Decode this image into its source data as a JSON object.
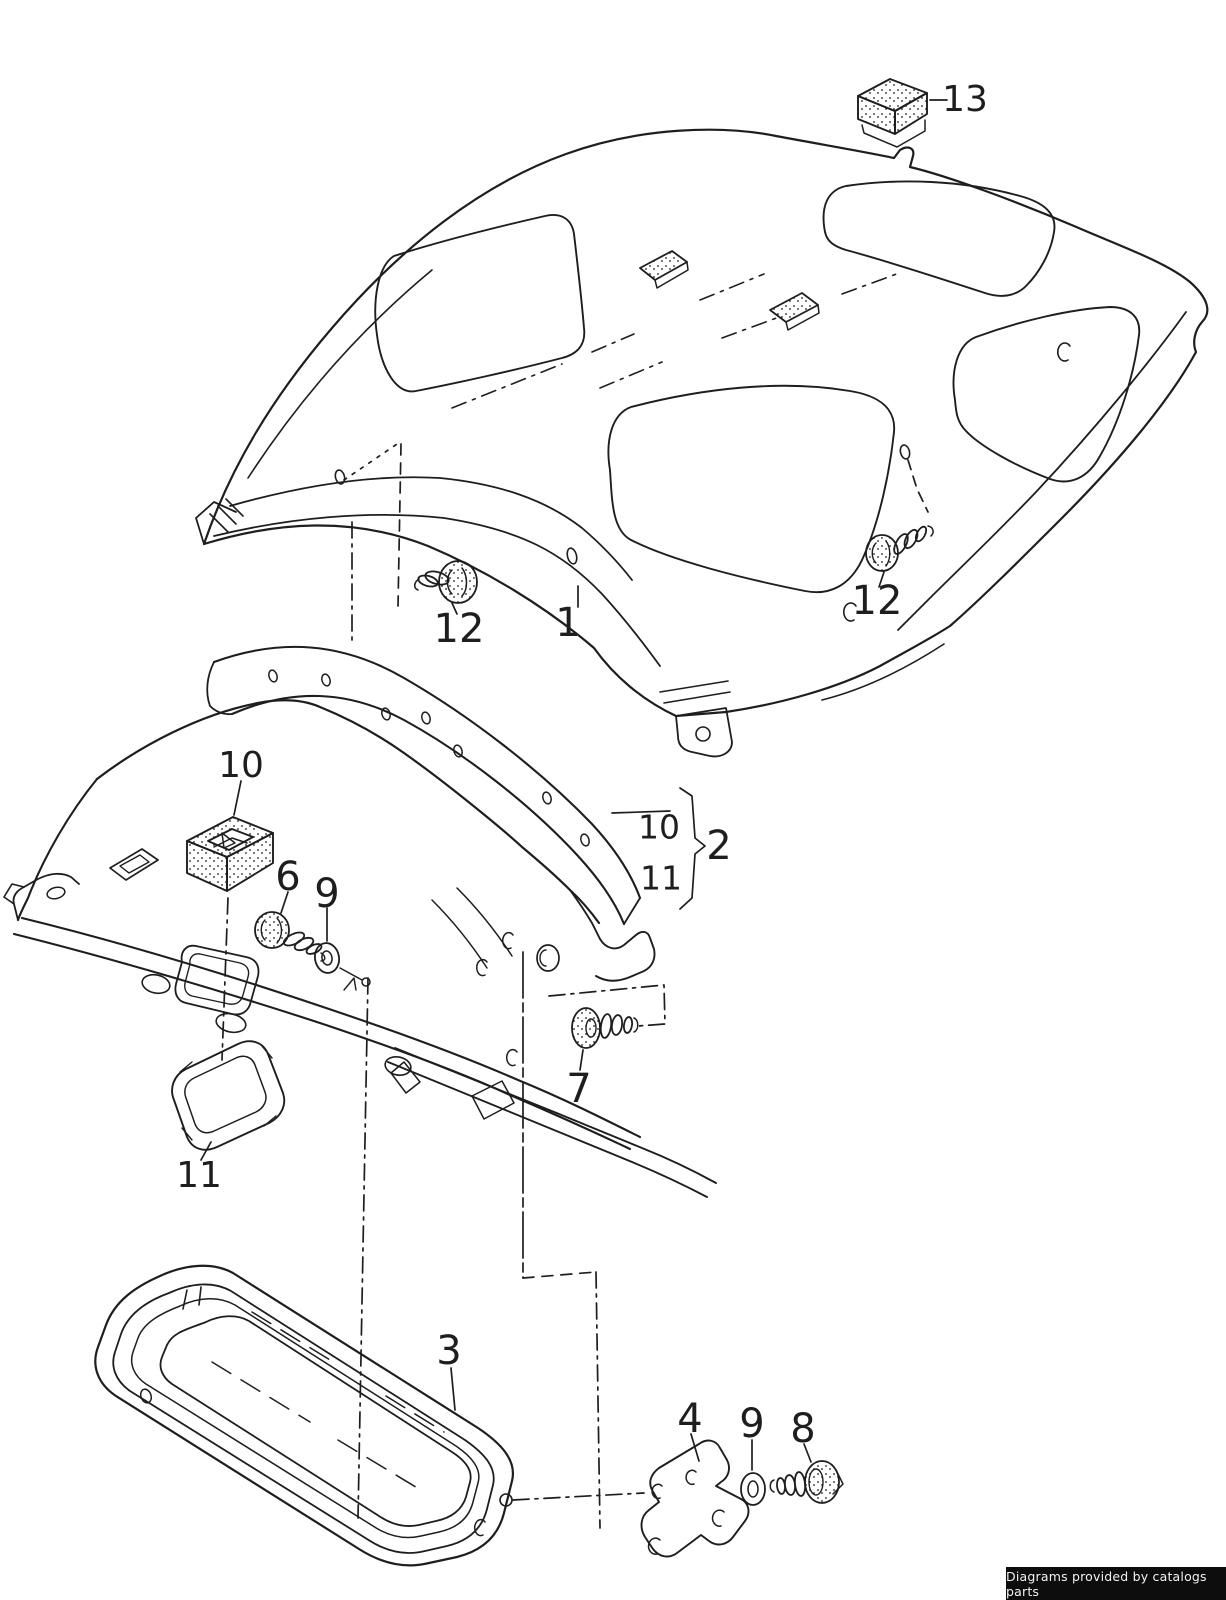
{
  "footer": {
    "text": "Diagrams provided by catalogs parts"
  },
  "colors": {
    "ink": "#1e1e1e",
    "paper": "#ffffff",
    "footer_bg": "#0d0d0d",
    "footer_fg": "#f2f2f2"
  },
  "callouts": {
    "p13": "13",
    "p12_left": "12",
    "p1": "1",
    "p12_right": "12",
    "p10_upper": "10",
    "p6": "6",
    "p9_mid": "9",
    "grp_10": "10",
    "grp_11": "11",
    "grp_2": "2",
    "p7": "7",
    "p11_lower": "11",
    "p3": "3",
    "p4": "4",
    "p9_lower": "9",
    "p8": "8"
  }
}
